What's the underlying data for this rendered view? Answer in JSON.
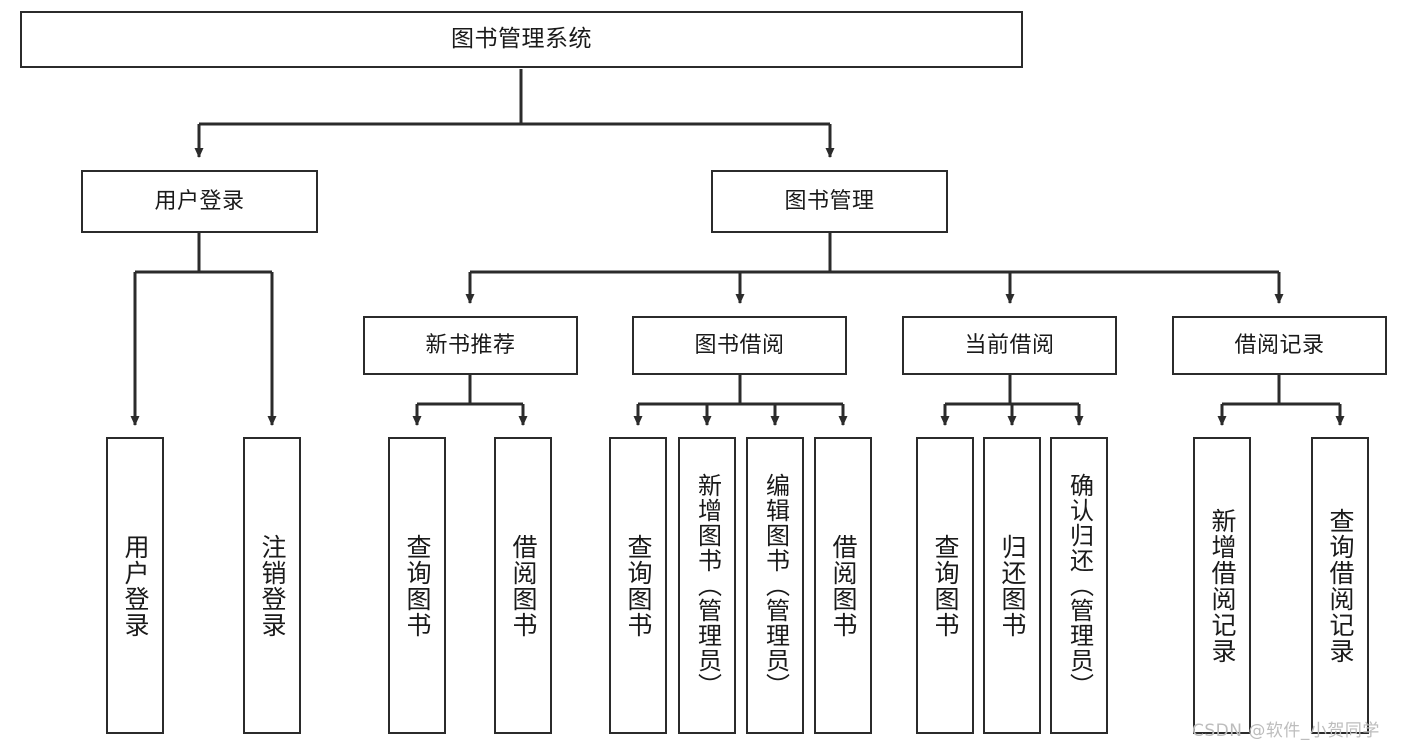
{
  "diagram": {
    "type": "tree-hierarchy",
    "title": "图书管理系统",
    "style": {
      "box_border_color": "#2b2b2b",
      "box_fill_color": "#ffffff",
      "edge_color": "#2b2b2b",
      "text_color": "#1a1a1a",
      "background": "#ffffff",
      "watermark_color": "#bdbdbd"
    },
    "nodes": {
      "root": {
        "label": "图书管理系统"
      },
      "level2": [
        {
          "id": "user-login",
          "label": "用户登录"
        },
        {
          "id": "book-manage",
          "label": "图书管理"
        }
      ],
      "level3": [
        {
          "id": "new-book-recommend",
          "label": "新书推荐"
        },
        {
          "id": "book-borrow",
          "label": "图书借阅"
        },
        {
          "id": "current-borrow",
          "label": "当前借阅"
        },
        {
          "id": "borrow-record",
          "label": "借阅记录"
        }
      ],
      "leaves": {
        "user-login": [
          {
            "id": "leaf-user-login",
            "label": "用户登录"
          },
          {
            "id": "leaf-logout-login",
            "label": "注销登录"
          }
        ],
        "new-book-recommend": [
          {
            "id": "leaf-query-book-1",
            "label": "查询图书"
          },
          {
            "id": "leaf-borrow-book-1",
            "label": "借阅图书"
          }
        ],
        "book-borrow": [
          {
            "id": "leaf-query-book-2",
            "label": "查询图书"
          },
          {
            "id": "leaf-add-book",
            "label": "新增图书（管理员）"
          },
          {
            "id": "leaf-edit-book",
            "label": "编辑图书（管理员）"
          },
          {
            "id": "leaf-borrow-book-2",
            "label": "借阅图书"
          }
        ],
        "current-borrow": [
          {
            "id": "leaf-query-book-3",
            "label": "查询图书"
          },
          {
            "id": "leaf-return-book",
            "label": "归还图书"
          },
          {
            "id": "leaf-confirm-return",
            "label": "确认归还（管理员）"
          }
        ],
        "borrow-record": [
          {
            "id": "leaf-add-record",
            "label": "新增借阅记录"
          },
          {
            "id": "leaf-query-record",
            "label": "查询借阅记录"
          }
        ]
      }
    },
    "watermark": "CSDN @软件_小贺同学"
  }
}
